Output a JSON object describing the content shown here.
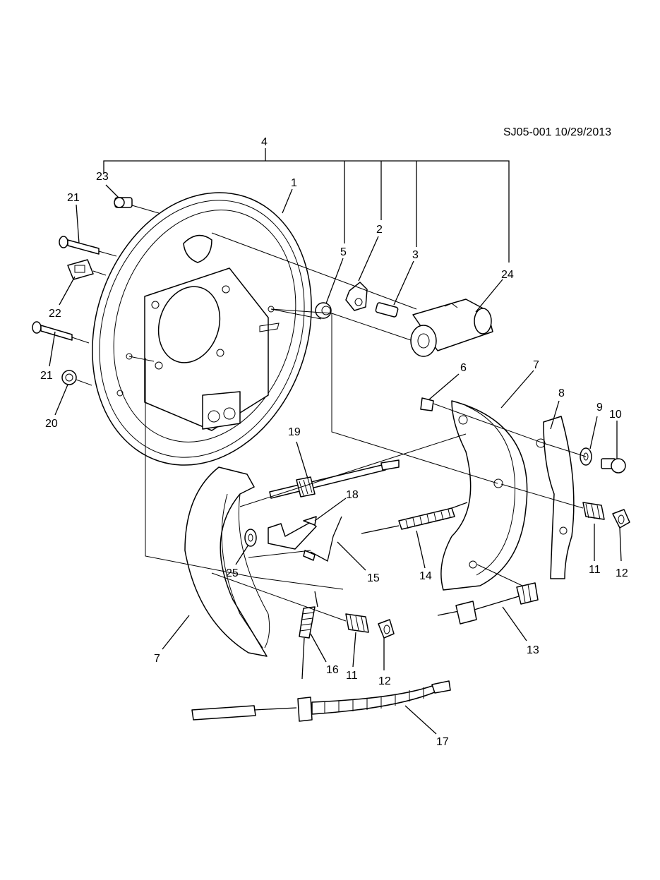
{
  "diagram": {
    "reference": "SJ05-001 10/29/2013",
    "callouts": [
      {
        "id": "c1",
        "text": "1"
      },
      {
        "id": "c2",
        "text": "2"
      },
      {
        "id": "c3",
        "text": "3"
      },
      {
        "id": "c4",
        "text": "4"
      },
      {
        "id": "c5",
        "text": "5"
      },
      {
        "id": "c6",
        "text": "6"
      },
      {
        "id": "c7a",
        "text": "7"
      },
      {
        "id": "c7b",
        "text": "7"
      },
      {
        "id": "c8",
        "text": "8"
      },
      {
        "id": "c9",
        "text": "9"
      },
      {
        "id": "c10",
        "text": "10"
      },
      {
        "id": "c11a",
        "text": "11"
      },
      {
        "id": "c11b",
        "text": "11"
      },
      {
        "id": "c12a",
        "text": "12"
      },
      {
        "id": "c12b",
        "text": "12"
      },
      {
        "id": "c13",
        "text": "13"
      },
      {
        "id": "c14",
        "text": "14"
      },
      {
        "id": "c15",
        "text": "15"
      },
      {
        "id": "c16",
        "text": "16"
      },
      {
        "id": "c17",
        "text": "17"
      },
      {
        "id": "c18",
        "text": "18"
      },
      {
        "id": "c19",
        "text": "19"
      },
      {
        "id": "c20",
        "text": "20"
      },
      {
        "id": "c21a",
        "text": "21"
      },
      {
        "id": "c21b",
        "text": "21"
      },
      {
        "id": "c22",
        "text": "22"
      },
      {
        "id": "c23",
        "text": "23"
      },
      {
        "id": "c24",
        "text": "24"
      },
      {
        "id": "c25",
        "text": "25"
      }
    ]
  }
}
